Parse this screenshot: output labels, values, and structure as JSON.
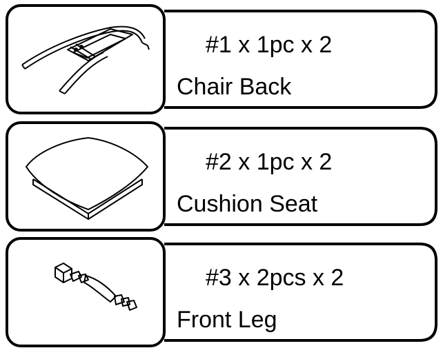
{
  "parts": [
    {
      "quantity": "#1 x 1pc x 2",
      "name": "Chair Back",
      "icon": "chair-back-icon"
    },
    {
      "quantity": "#2 x 1pc x 2",
      "name": "Cushion Seat",
      "icon": "cushion-seat-icon"
    },
    {
      "quantity": "#3 x 2pcs x 2",
      "name": "Front Leg",
      "icon": "front-leg-icon"
    }
  ],
  "colors": {
    "ink": "#000000",
    "paper": "#ffffff"
  }
}
